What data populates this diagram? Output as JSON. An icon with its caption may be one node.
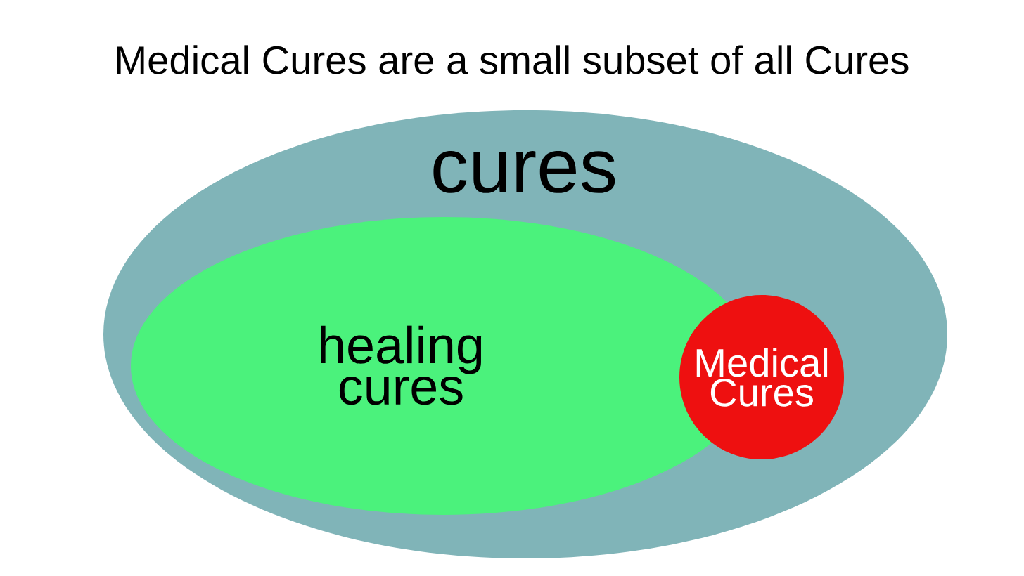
{
  "diagram": {
    "title": "Medical Cures are a small subset of all Cures",
    "nodes": [
      {
        "text": [
          "cures"
        ]
      },
      {
        "text": [
          "healing cures"
        ],
        "in": 0
      },
      {
        "text": [
          "Medical Cures"
        ],
        "in": 0
      }
    ]
  }
}
